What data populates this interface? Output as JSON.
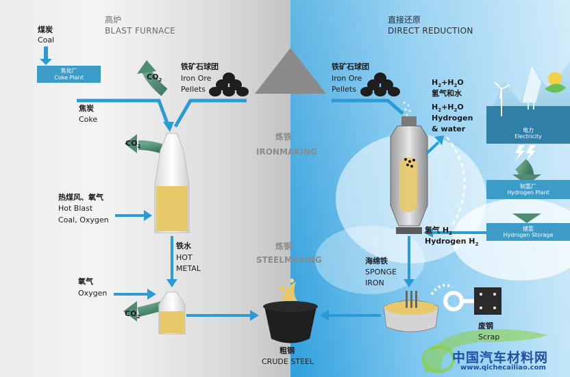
{
  "left_header": {
    "zh": "高炉",
    "en": "BLAST FURNACE"
  },
  "right_header": {
    "zh": "直接还原",
    "en": "DIRECT REDUCTION"
  },
  "coal": {
    "zh": "煤炭",
    "en": "Coal"
  },
  "coke_plant": {
    "zh": "焦化厂",
    "en": "Coke Plant"
  },
  "iron_ore_left": {
    "zh": "铁矿石球团",
    "en1": "Iron Ore",
    "en2": "Pellets"
  },
  "iron_ore_right": {
    "zh": "铁矿石球团",
    "en1": "Iron Ore",
    "en2": "Pellets"
  },
  "coke": {
    "zh": "焦炭",
    "en": "Coke"
  },
  "co2_label": "CO",
  "co2_sub": "2",
  "ironmaking": {
    "zh": "炼铁",
    "en": "IRONMAKING"
  },
  "steelmaking": {
    "zh": "炼钢",
    "en": "STEELMAKING"
  },
  "hot_blast": {
    "zh": "热煤风、氧气",
    "en1": "Hot Blast",
    "en2": "Coal, Oxygen"
  },
  "hot_metal": {
    "zh": "铁水",
    "en1": "HOT",
    "en2": "METAL"
  },
  "oxygen": {
    "zh": "氧气",
    "en": "Oxygen"
  },
  "crude_steel": {
    "zh": "粗钢",
    "en": "CRUDE STEEL"
  },
  "sponge_iron": {
    "zh": "海绵铁",
    "en1": "SPONGE",
    "en2": "IRON"
  },
  "scrap": {
    "zh": "废钢",
    "en": "Scrap"
  },
  "h2o_out": {
    "f1a": "H",
    "f1b": "+H",
    "f1c": "O",
    "zh": "氢气和水",
    "f2a": "H",
    "f2b": "+H",
    "f2c": "O",
    "en1": "Hydrogen",
    "en2": "& water",
    "sub": "2"
  },
  "hydrogen_in": {
    "zh_a": "氢气 H",
    "en_a": "Hydrogen H",
    "sub": "2"
  },
  "electricity": {
    "zh": "电力",
    "en": "Electricity"
  },
  "hydrogen_plant": {
    "zh": "制氢厂",
    "en": "Hydrogen Plant"
  },
  "hydrogen_storage": {
    "zh": "储氢",
    "en": "Hydrogen Storage"
  },
  "watermark": {
    "brand": "中国汽车材料网",
    "url": "www.qichecailiao.com"
  },
  "colors": {
    "accent_blue": "#2a9bd4",
    "box_blue": "#3d9bc8",
    "arrow_green": "#4f8a72",
    "furnace_fill": "#e8c96a"
  }
}
